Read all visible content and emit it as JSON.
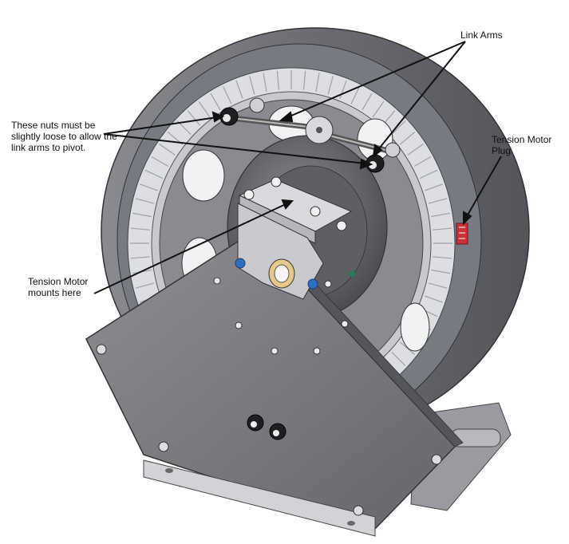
{
  "callouts": {
    "link_arms": "Link Arms",
    "nuts": "These nuts must be slightly loose to allow the link arms to pivot.",
    "tension_motor_plug": "Tension Motor Plug",
    "tension_motor_mounts": "Tension Motor mounts here"
  },
  "colors": {
    "tire": "#6f6f74",
    "plate": "#7b7b80",
    "rim": "#d6d8dc",
    "hub": "#5a5a5f",
    "accent_blue": "#2e6fc4",
    "plug_red": "#c8323a"
  }
}
